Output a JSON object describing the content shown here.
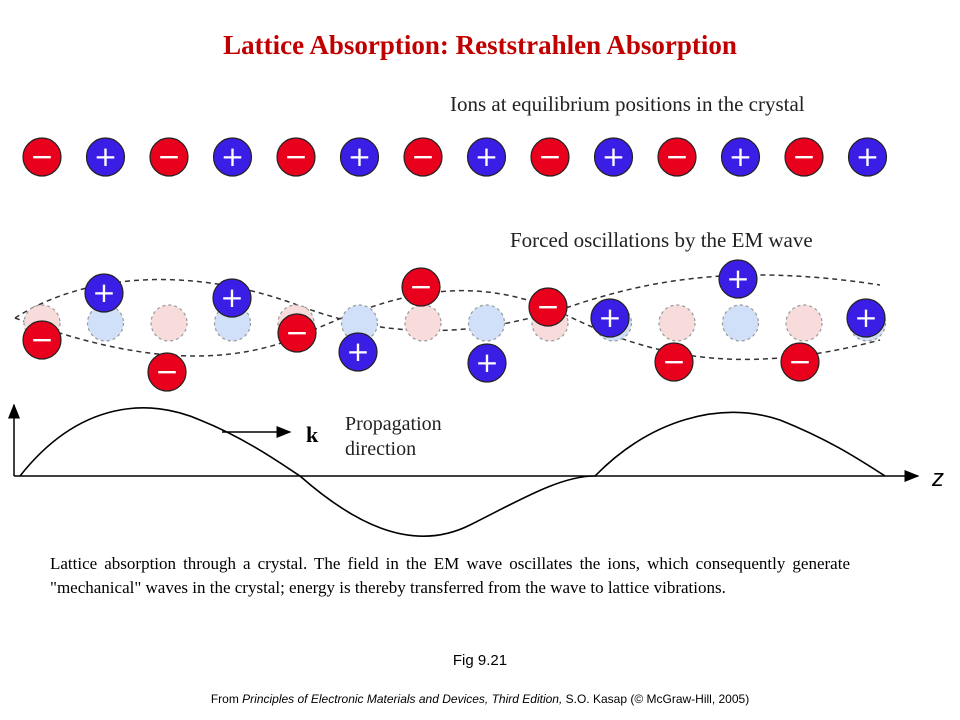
{
  "title": "Lattice Absorption: Reststrahlen Absorption",
  "labels": {
    "equilibrium": "Ions at equilibrium positions in the crystal",
    "forced": "Forced oscillations by the EM wave",
    "k": "k",
    "propagation_line1": "Propagation",
    "propagation_line2": "direction",
    "z_axis": "z"
  },
  "ion_symbols": {
    "negative": "−",
    "positive": "+"
  },
  "colors": {
    "negative_ion": "#e8001c",
    "positive_ion": "#3a1ee6",
    "ghost_negative": "#f8dcdc",
    "ghost_positive": "#cfe0f8",
    "title": "#c00000"
  },
  "equilibrium_row": [
    "-",
    "+",
    "-",
    "+",
    "-",
    "+",
    "-",
    "+",
    "-",
    "+",
    "-",
    "+",
    "-",
    "+"
  ],
  "caption": "Lattice absorption through a crystal. The field in the EM wave oscillates the ions, which consequently generate \"mechanical\" waves in the crystal; energy is thereby transferred from the wave to lattice vibrations.",
  "figure_label": "Fig 9.21",
  "source": {
    "prefix": "From ",
    "book": "Principles of Electronic Materials and Devices, Third Edition,",
    "suffix": " S.O. Kasap (© McGraw-Hill,  2005)"
  }
}
